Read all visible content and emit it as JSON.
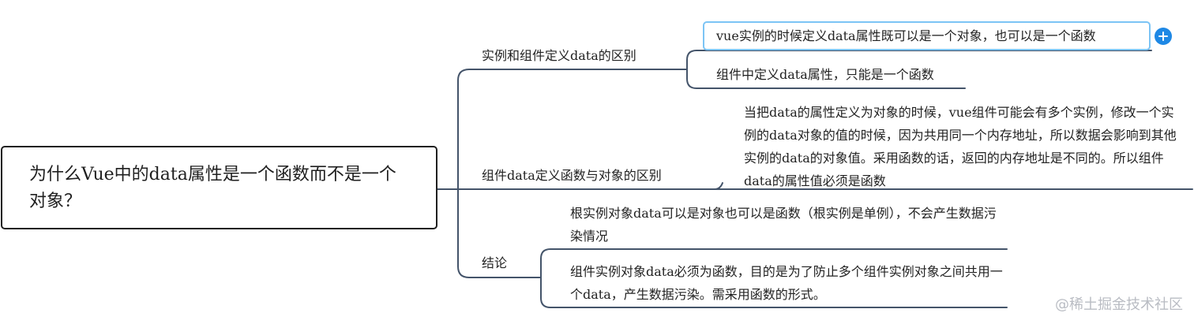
{
  "root": {
    "title": "为什么Vue中的data属性是一个函数而不是一个对象？"
  },
  "branches": [
    {
      "label": "实例和组件定义data的区别",
      "children": [
        "vue实例的时候定义data属性既可以是一个对象，也可以是一个函数",
        "组件中定义data属性，只能是一个函数"
      ]
    },
    {
      "label": "组件data定义函数与对象的区别",
      "children": [
        "当把data的属性定义为对象的时候，vue组件可能会有多个实例，修改一个实例的data对象的值的时候，因为共用同一个内存地址，所以数据会影响到其他实例的data的对象值。采用函数的话，返回的内存地址是不同的。所以组件data的属性值必须是函数"
      ]
    },
    {
      "label": "结论",
      "children": [
        "根实例对象data可以是对象也可以是函数（根实例是单例），不会产生数据污染情况",
        "组件实例对象data必须为函数，目的是为了防止多个组件实例对象之间共用一个data，产生数据污染。需采用函数的形式。"
      ]
    }
  ],
  "watermark": "@稀土掘金技术社区",
  "colors": {
    "connector": "#44546a",
    "selection": "#7cc4f5",
    "add_button": "#1e88e5"
  }
}
